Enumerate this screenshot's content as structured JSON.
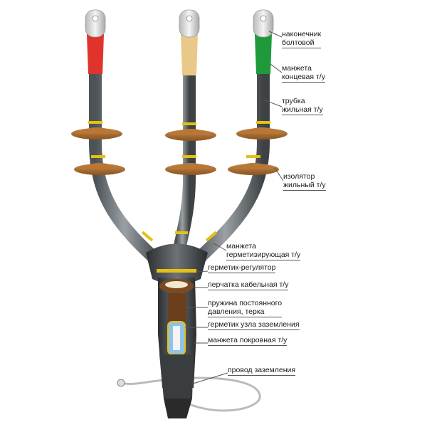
{
  "colors": {
    "phase_a": "#e0332b",
    "phase_b": "#e8c98a",
    "phase_c": "#1f9a3a",
    "tube": "#6f7478",
    "insulator": "#a86a2c",
    "glove": "#4a4d50",
    "band": "#e3c214",
    "lug": "#e4e4e4"
  },
  "labels": {
    "lug": [
      "наконечник",
      "болтовой"
    ],
    "end_cuff": [
      "манжета",
      "концевая т/у"
    ],
    "tube": [
      "трубка",
      "жильная т/у"
    ],
    "insulator": [
      "изолятор",
      "жильный т/у"
    ],
    "seal_cuff": [
      "манжета",
      "герметизирующая т/у"
    ],
    "sealant": [
      "герметик-регулятор"
    ],
    "glove": [
      "перчатка кабельная т/у"
    ],
    "spring": [
      "пружина постоянного",
      "давления, терка"
    ],
    "ground_seal": [
      "герметик узла заземления"
    ],
    "cover_cuff": [
      "манжета покровная т/у"
    ],
    "ground_wire": [
      "провод заземления"
    ]
  }
}
